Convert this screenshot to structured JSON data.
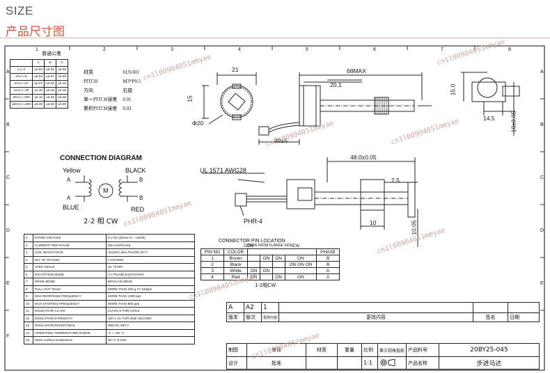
{
  "header": {
    "title": "SIZE",
    "subtitle": "产品尺寸图"
  },
  "frame": {
    "top_marks": [
      "1",
      "2",
      "3",
      "4",
      "5",
      "6",
      "7",
      "8"
    ],
    "side_marks": [
      "A",
      "B",
      "C",
      "D",
      "E",
      "F"
    ]
  },
  "tolerance": {
    "title": "普通公差",
    "headers": [
      "",
      "A",
      "B",
      "C"
    ],
    "rows": [
      [
        "L<=3",
        "±0.03",
        "±0.01",
        "±0.05"
      ],
      [
        "3<L<=6",
        "±0.04",
        "±0.07",
        "±0.05"
      ],
      [
        "6<L<=10",
        "±0.07",
        "±0.05",
        "±0.10"
      ],
      [
        "10<L<=30",
        "±0.10",
        "±0.10",
        "±0.15"
      ],
      [
        "30<L<=100",
        "±0.15",
        "±0.20",
        "±0.25"
      ],
      [
        "100<L<=200",
        "±0.20",
        "±0.25",
        "±0.30"
      ]
    ]
  },
  "material": {
    "rows": [
      [
        "材质",
        "SUS303"
      ],
      [
        "PITCH",
        "M3*P0.5"
      ],
      [
        "方向",
        "右旋"
      ],
      [
        "单一PITCH误差",
        "0.01"
      ],
      [
        "累积PITCH误差",
        "0.03"
      ]
    ]
  },
  "dims": {
    "d21": "21",
    "d15": "15",
    "phi20": "Φ20",
    "d68": "68MAX",
    "d201": "20.1",
    "d80": "80±5",
    "d150": "15.0",
    "d145": "14.5",
    "d10": "10±0.05",
    "d48": "48.0±0.05",
    "d75": "7.5",
    "d10b": "10",
    "d1005": "10.05",
    "wire": "UL  1571  AWG28",
    "phr": "PHR-4"
  },
  "connection": {
    "title": "CONNECTION DIAGRAM",
    "yellow": "Yellow",
    "black": "BLACK",
    "blue": "BLUE",
    "red": "RED",
    "a_top": "A",
    "a_bot": "A",
    "b_top": "B",
    "b_bot": "B",
    "motor": "M",
    "mode": "2-2 相 CW"
  },
  "pin_table": {
    "title": "CONNECTOR PIN LOCATION",
    "sub": "(SEEN FROM FLANGE SIDE)",
    "ccw": "CCW",
    "cw": "CW",
    "headers": [
      "PIN NO",
      "COLOR",
      "",
      "",
      "",
      "",
      "PHASE"
    ],
    "rows": [
      [
        "1",
        "Brown",
        "",
        "ON",
        "ON",
        "ON",
        "B"
      ],
      [
        "2",
        "Black",
        "",
        "",
        "",
        "ON ON ON",
        "B"
      ],
      [
        "3",
        "White",
        "ON",
        "ON",
        "",
        "",
        "A"
      ],
      [
        "4",
        "Red",
        "ON",
        "",
        "ON",
        "ON",
        "A"
      ]
    ],
    "note": "1-2相CW"
  },
  "spec": {
    "rows": [
      [
        "1",
        "RATED VOLTAGE",
        "9  V  DC   (Driver IC : L6219)"
      ],
      [
        "2",
        "CURRENT PER PHASE",
        "500  mA/PHASE"
      ],
      [
        "3",
        "COIL RESISTANCE",
        "10±10% ohm /PHASE  20°C"
      ],
      [
        "4",
        "NO. OF PHASES",
        "2  PHASES"
      ],
      [
        "5",
        "STEP ANGLE",
        "18  °/STEP"
      ],
      [
        "6",
        "EXCITATION MODE",
        "1-2  PHASE EXCITATION"
      ],
      [
        "7",
        "DRIVE MODE",
        "BIPOLAR DRIVE"
      ],
      [
        "8",
        "PULL-OUT Thrust",
        "MORE THAN 230  g    AT 120pps"
      ],
      [
        "9",
        "MAX RESPONSE FREQUENCY",
        "MORE THAN 1300  pps"
      ],
      [
        "10",
        "MAX STARTING FREQUENCY",
        "MORE THAN 900 pps"
      ],
      [
        "11",
        "INSULATION CLASS",
        "CLASS E FOR COILS"
      ],
      [
        "12",
        "INSULATION STRENGTH",
        "100 V AC FOR ONE SECOND"
      ],
      [
        "13",
        "INSULATION RESISTANCE",
        "50M DC 500 V"
      ],
      [
        "14",
        "OPERATING TEMPERATURE RANGE",
        "-0 ~ +55 °C"
      ],
      [
        "15",
        "Motor surface temperature",
        "80 °C or less"
      ]
    ]
  },
  "titleblock": {
    "rev": [
      "A",
      "A2",
      "1"
    ],
    "rev_headers": [
      "版本",
      "版次",
      "更改内容",
      "更改内容",
      "签名",
      "日期"
    ],
    "row1": [
      "制图",
      "审核",
      "材质",
      "重量",
      "比例",
      "第三视角投影",
      "产品料号",
      "20BY25-045"
    ],
    "row2": [
      "设计",
      "批准",
      "1:1",
      "产品名称",
      "步进马达"
    ]
  },
  "watermark": "cn1l00904051mmyae"
}
